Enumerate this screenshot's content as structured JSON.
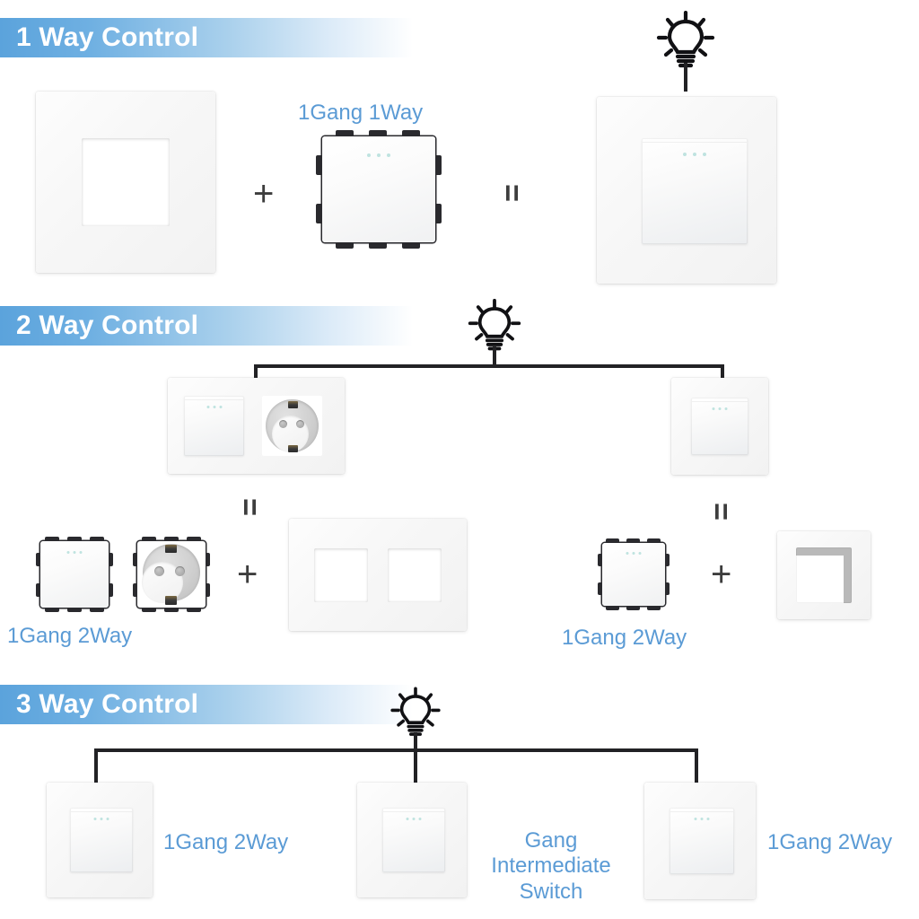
{
  "sections": [
    {
      "id": "one-way",
      "title": "1 Way Control",
      "items": [
        {
          "label": "1Gang 1Way"
        }
      ]
    },
    {
      "id": "two-way",
      "title": "2 Way Control",
      "items": [
        {
          "label": "1Gang 2Way"
        },
        {
          "label": "1Gang 2Way"
        }
      ]
    },
    {
      "id": "three-way",
      "title": "3 Way Control",
      "items": [
        {
          "label": "1Gang 2Way"
        },
        {
          "label": "Gang Intermediate\nSwitch"
        },
        {
          "label": "1Gang 2Way"
        }
      ]
    }
  ],
  "operators": {
    "plus": "+",
    "equals": "="
  },
  "icons": {
    "bulb": "light-bulb-icon"
  },
  "colors": {
    "banner_start": "#5BA3DC",
    "banner_end": "#FFFFFF",
    "label_blue": "#5B9BD5",
    "wire": "#222225",
    "indicator_dot": "#BFE3E0",
    "clip": "#2A2A2E"
  }
}
